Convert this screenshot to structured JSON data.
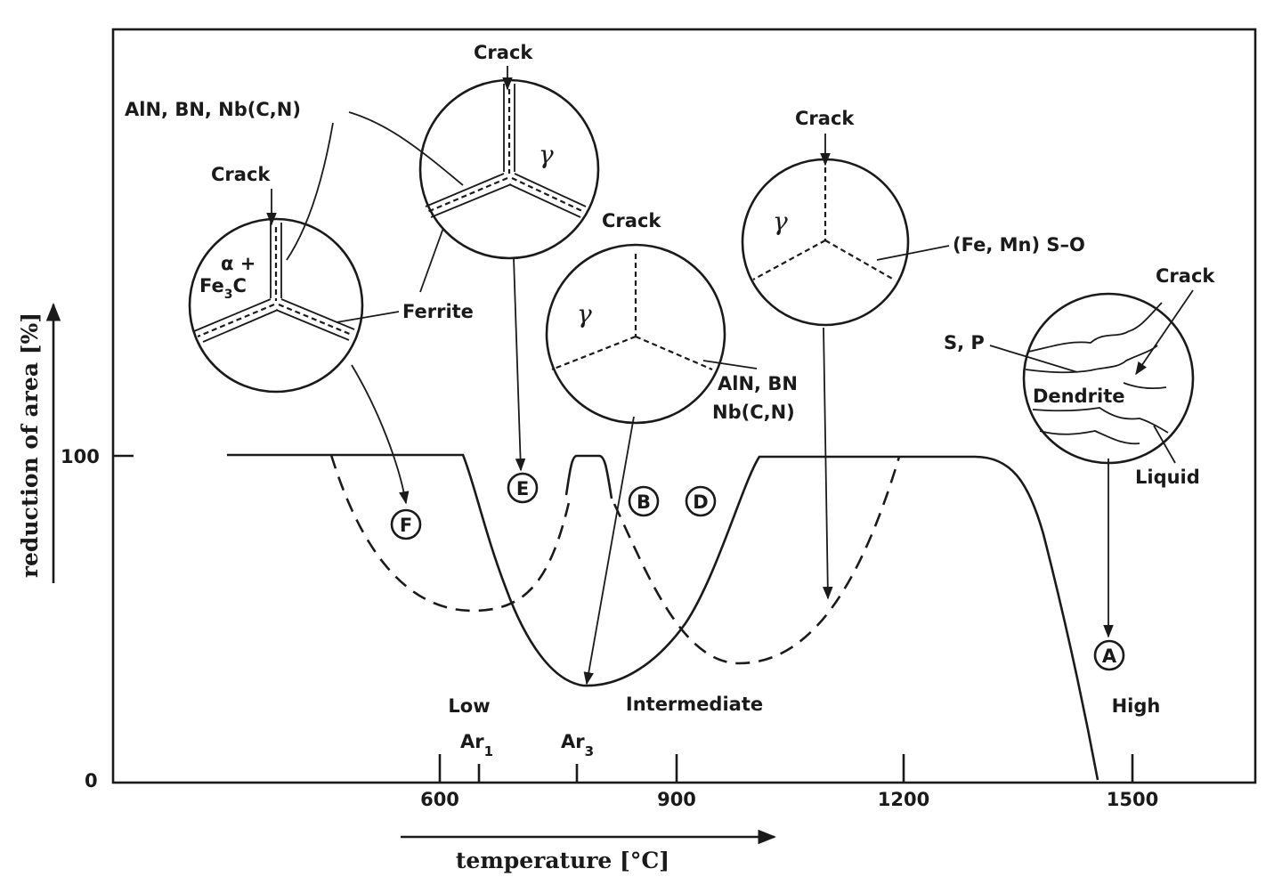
{
  "axes": {
    "xlabel": "temperature [°C]",
    "ylabel": "reduction of area [%]",
    "y_ticks": [
      "0",
      "100"
    ],
    "x_ticks": [
      "600",
      "900",
      "1200",
      "1500"
    ],
    "transformation_marks": [
      {
        "main": "Ar",
        "sub": "1"
      },
      {
        "main": "Ar",
        "sub": "3"
      }
    ]
  },
  "regions": {
    "low": "Low",
    "intermediate": "Intermediate",
    "high": "High"
  },
  "zones": [
    "A",
    "B",
    "D",
    "E",
    "F"
  ],
  "annotations": {
    "crack": "Crack",
    "precipitates_top": "AlN, BN, Nb(C,N)",
    "alpha": "α +",
    "fe": "Fe",
    "fe_sub": "3",
    "fe_c": "C",
    "ferrite": "Ferrite",
    "gamma": "γ",
    "precipitates_mid_1": "AlN, BN",
    "precipitates_mid_2": "Nb(C,N)",
    "sulfide": "(Fe, Mn) S–O",
    "sp": "S, P",
    "dendrite": "Dendrite",
    "liquid": "Liquid"
  }
}
